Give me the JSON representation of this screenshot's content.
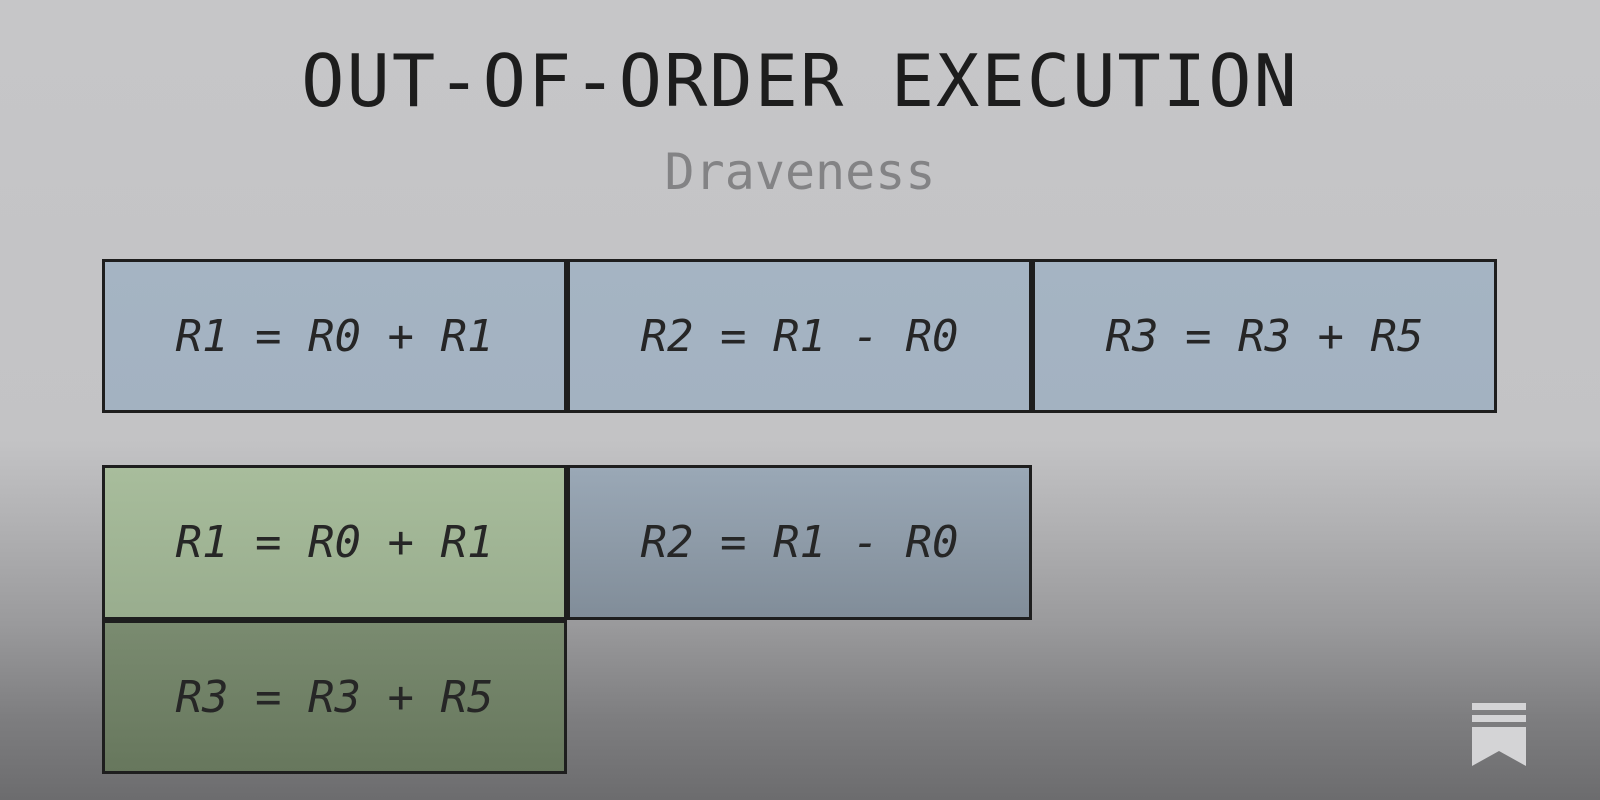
{
  "header": {
    "title": "OUT-OF-ORDER EXECUTION",
    "subtitle": "Draveness"
  },
  "program_order": [
    {
      "text": "R1 = R0 + R1"
    },
    {
      "text": "R2 = R1 - R0"
    },
    {
      "text": "R3 = R3 + R5"
    }
  ],
  "execution": {
    "row1": [
      {
        "text": "R1 = R0 + R1"
      },
      {
        "text": "R2 = R1 - R0"
      }
    ],
    "row2": [
      {
        "text": "R3 = R3 + R5"
      }
    ]
  },
  "colors": {
    "blue": "#a4b3c2",
    "green": "#a4b999",
    "dark_green": "#718266",
    "border": "#1e1e1e"
  },
  "icons": {
    "corner_logo": "bookmark-logo-icon"
  }
}
